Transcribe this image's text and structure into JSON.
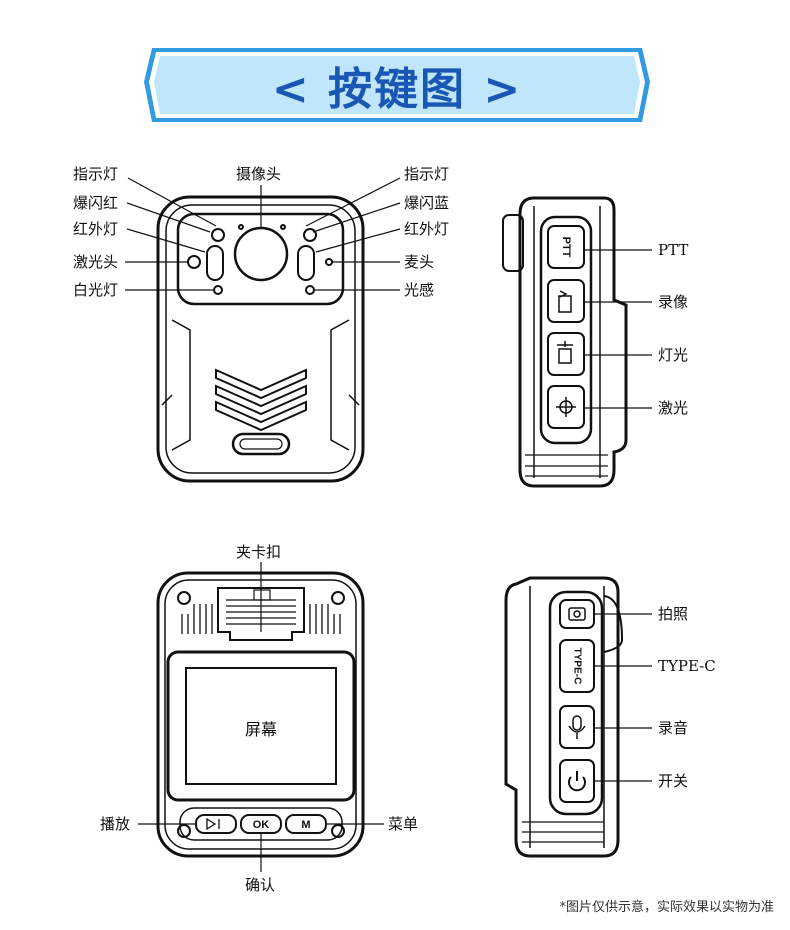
{
  "title": "< 按键图 >",
  "front": {
    "camera": "摄像头",
    "left": [
      "指示灯",
      "爆闪红",
      "红外灯",
      "激光头",
      "白光灯"
    ],
    "right": [
      "指示灯",
      "爆闪蓝",
      "红外灯",
      "麦头",
      "光感"
    ]
  },
  "side_right": {
    "labels": [
      "PTT",
      "录像",
      "灯光",
      "激光"
    ],
    "button_text": "PTT"
  },
  "back": {
    "clip": "夹卡扣",
    "screen": "屏幕",
    "play": "播放",
    "menu": "菜单",
    "confirm": "确认",
    "ok_text": "OK",
    "m_text": "M"
  },
  "side_left": {
    "labels": [
      "拍照",
      "TYPE-C",
      "录音",
      "开关"
    ],
    "port_text": "TYPE-C"
  },
  "footnote": "*图片仅供示意，实际效果以实物为准",
  "colors": {
    "banner_fill": "#bfe6fb",
    "banner_border": "#2f9be0",
    "title": "#1a57b5"
  },
  "icons": [
    "camera-icon",
    "video-icon",
    "flashlight-icon",
    "laser-icon",
    "microphone-icon",
    "power-icon"
  ]
}
